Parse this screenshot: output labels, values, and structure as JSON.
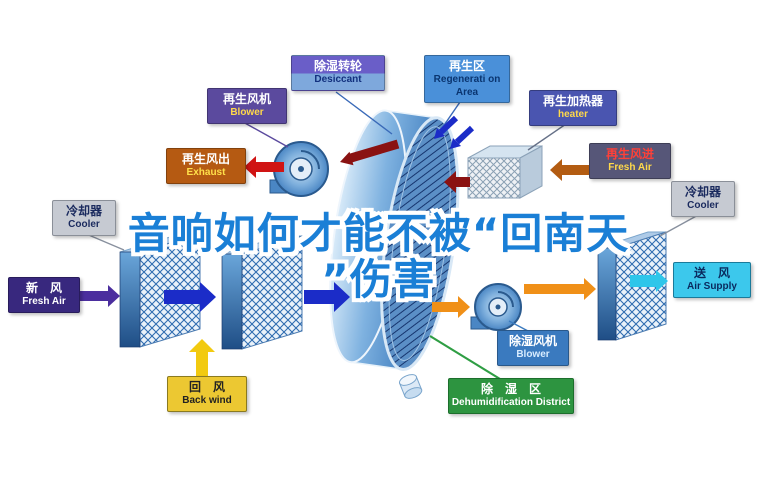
{
  "watermark": {
    "line1": "音响如何才能不被“回南天",
    "line2": "”伤害"
  },
  "labels": {
    "desiccant": {
      "zh": "除湿转轮",
      "en": "Desiccant"
    },
    "regen_area": {
      "zh": "再生区",
      "en": "Regenerati on Area"
    },
    "regen_blower": {
      "zh": "再生风机",
      "en": "Blower"
    },
    "regen_heater": {
      "zh": "再生加热器",
      "en": "heater"
    },
    "exhaust": {
      "zh": "再生风出",
      "en": "Exhaust"
    },
    "regen_fresh_air": {
      "zh": "再生风进",
      "en": "Fresh Air"
    },
    "cooler_left": {
      "zh": "冷却器",
      "en": "Cooler"
    },
    "cooler_right": {
      "zh": "冷却器",
      "en": "Cooler"
    },
    "fresh_air": {
      "zh": "新　风",
      "en": "Fresh Air"
    },
    "back_wind": {
      "zh": "回　风",
      "en": "Back wind"
    },
    "air_supply": {
      "zh": "送　风",
      "en": "Air Supply"
    },
    "dehum_blower": {
      "zh": "除湿风机",
      "en": "Blower"
    },
    "dehum_district": {
      "zh": "除　湿　区",
      "en": "Dehumidification District"
    }
  },
  "colors": {
    "watermark_blue": "#1a7fd6",
    "process_arrow": "#1b2cc8",
    "regen_arrow": "#8a1212",
    "exhaust_red": "#d01414",
    "supply_cyan": "#2ec6ea",
    "heat_orange": "#f09018"
  }
}
